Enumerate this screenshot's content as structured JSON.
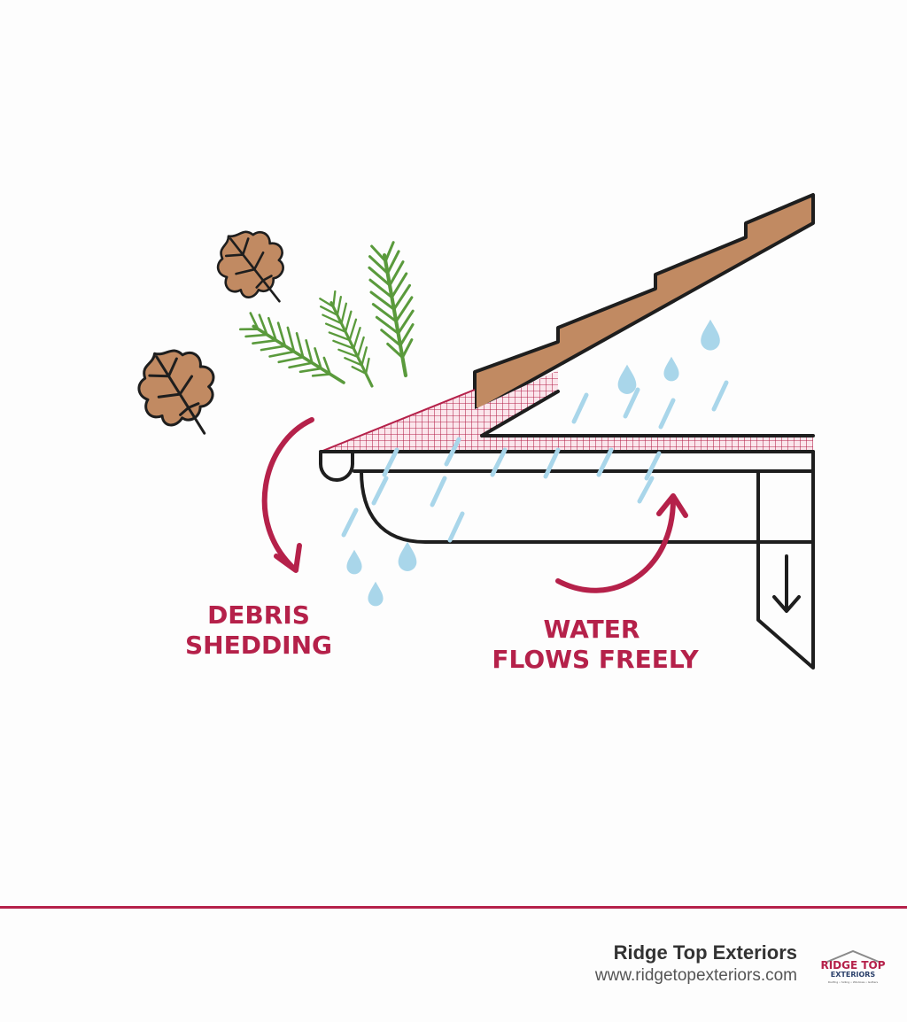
{
  "labels": {
    "debris_line1": "DEBRIS",
    "debris_line2": "SHEDDING",
    "water_line1": "WATER",
    "water_line2": "FLOWS FREELY"
  },
  "footer": {
    "brand_name": "Ridge Top Exteriors",
    "url": "www.ridgetopexteriors.com",
    "logo_line1": "RIDGE TOP",
    "logo_line2": "EXTERIORS",
    "logo_tagline": "Roofing • Siding • Windows • Gutters"
  },
  "icons": [
    "oak-leaf-icon",
    "pine-sprig-icon",
    "raindrop-icon",
    "down-arrow-icon",
    "curved-arrow-icon"
  ],
  "colors": {
    "accent": "#b5214a",
    "roof": "#c18a62",
    "pine": "#5a9a3c",
    "rain": "#a9d6ea",
    "outline": "#1e1e1e"
  }
}
